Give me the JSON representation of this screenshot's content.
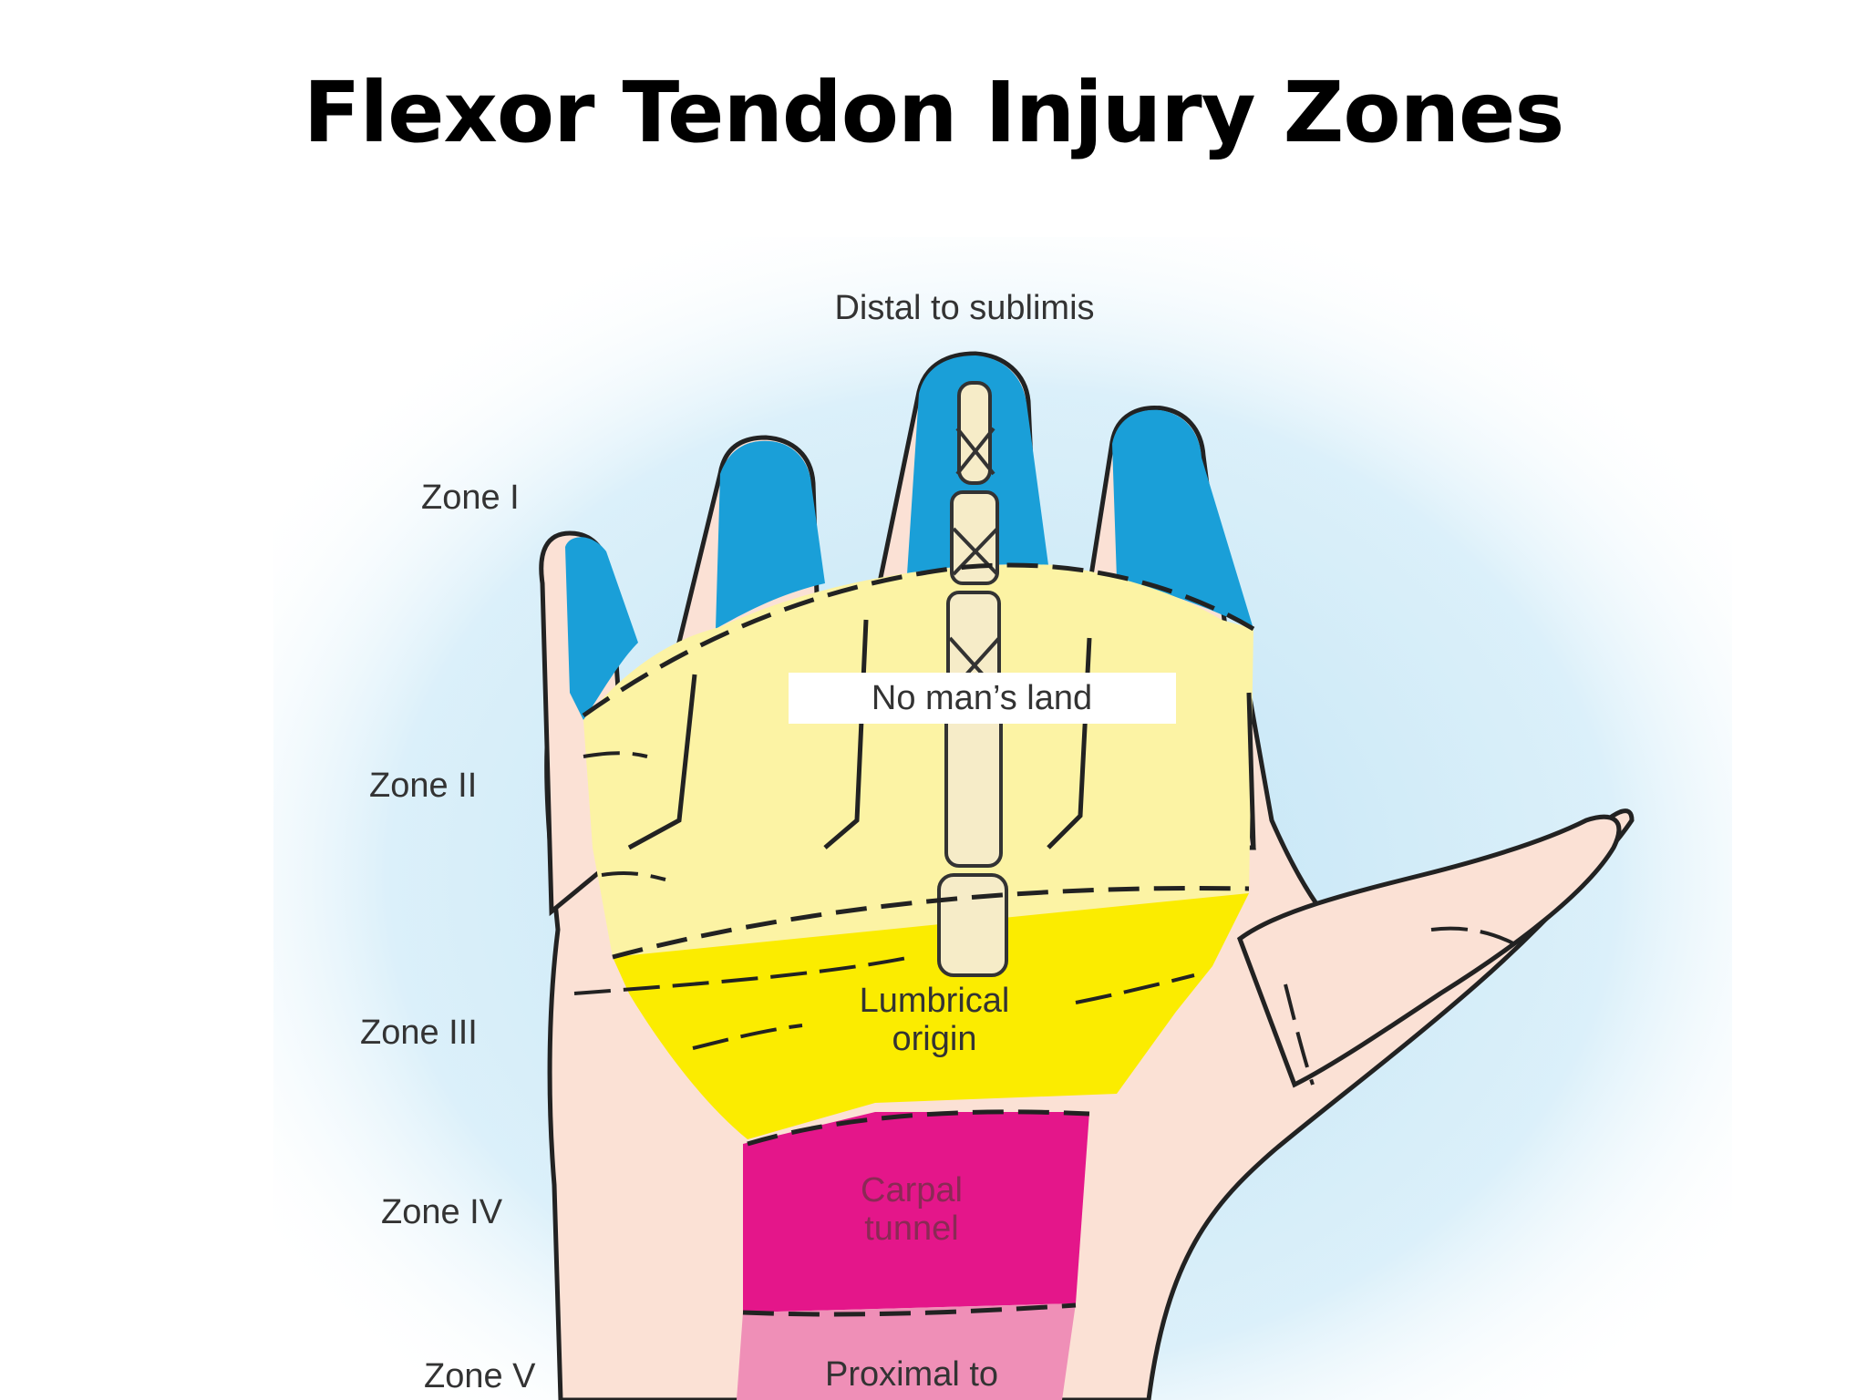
{
  "title": "Flexor Tendon Injury Zones",
  "labels": {
    "top": "Distal to sublimis",
    "no_mans_land": "No man’s land",
    "lumbrical_1": "Lumbrical",
    "lumbrical_2": "origin",
    "carpal_1": "Carpal",
    "carpal_2": "tunnel",
    "proximal": "Proximal to"
  },
  "zones": [
    "Zone I",
    "Zone II",
    "Zone III",
    "Zone IV",
    "Zone V"
  ],
  "colors": {
    "background_glow": "#bfe3f5",
    "skin": "#fbe1d5",
    "zone_1": "#1a9fd8",
    "zone_2": "#fcf3a4",
    "zone_3": "#fbec00",
    "zone_4": "#e4168a",
    "zone_5": "#ef8fb7"
  }
}
